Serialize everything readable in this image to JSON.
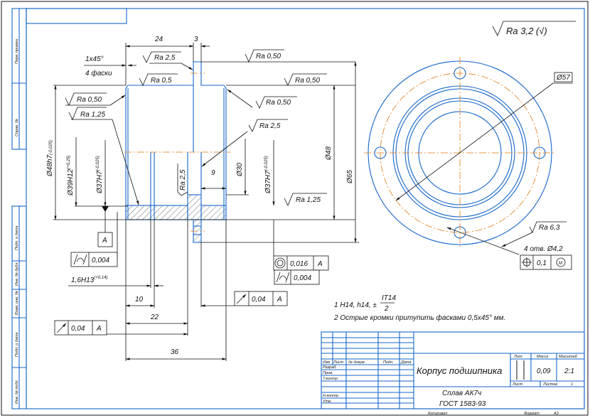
{
  "margin_strip": {
    "labels": [
      "Перв. примен.",
      "Справ. №",
      "Подп. и дата",
      "Инв. № дубл.",
      "Взам. инв. №",
      "Подп. и дата",
      "Инв. № подл."
    ]
  },
  "general_roughness": "Ra 3,2 (√)",
  "front_view": {
    "roughness": {
      "stem_top": "Ra 2,5",
      "flange_top": "Ra 0,5",
      "top_right": "Ra 0,50",
      "right_face": "Ra 0,50",
      "inner_right": "Ra 0,50",
      "left_face": "Ra 0,50",
      "left_bore": "Ra 1,25",
      "mid_right": "Ra 2,5",
      "vertical": "Ra 2,5",
      "bottom_right": "Ra 1,25"
    },
    "dimensions": {
      "d24": "24",
      "d3": "3",
      "chamfer": "1x45°",
      "chamfer_count": "4 фаски",
      "d48h7": "Ø48h7",
      "d48h7_tol": "(-0,025)",
      "d39h12": "Ø39H12",
      "d39h12_tol": "(+0,25)",
      "d37h7_left": "Ø37H7",
      "d37h7_left_tol": "(-0,025)",
      "d9": "9",
      "d30": "Ø30",
      "d37h7_right": "Ø37H7",
      "d37h7_right_tol": "(-0,025)",
      "d48": "Ø48",
      "d65": "Ø65",
      "h13": "1,6H13",
      "h13_tol": "(+0,14)",
      "d10": "10",
      "d22": "22",
      "d36": "36"
    },
    "datum": "A",
    "tolerance_frames": {
      "flatness_left": {
        "value": "0,004"
      },
      "runout_left": {
        "value": "0,04",
        "datum": "A"
      },
      "runout_right": {
        "value": "0,04",
        "datum": "A"
      },
      "concentricity": {
        "value": "0,016",
        "datum": "A"
      },
      "flatness_right": {
        "value": "0,004"
      }
    }
  },
  "side_view": {
    "d57": "Ø57",
    "roughness": "Ra 6,3",
    "holes": "4 отв. Ø4,2",
    "position": {
      "value": "0,1",
      "modifier": "M"
    }
  },
  "notes": {
    "n1_prefix": "1 H14, h14, ±",
    "n1_num": "IT14",
    "n1_den": "2",
    "n2": "2 Острые кромки притупить фасками 0,5x45° мм."
  },
  "title_block": {
    "headers": [
      "Изм",
      "Лист",
      "№ докум.",
      "Подп.",
      "Дата"
    ],
    "roles": [
      "Разраб.",
      "Пров.",
      "Т.контр.",
      "Н.контр.",
      "Утв."
    ],
    "part_name": "Корпус подшипника",
    "material_1": "Сплав АК7ч",
    "material_2": "ГОСТ 1583-93",
    "lit_label": "Лит.",
    "mass_label": "Масса",
    "scale_label": "Масштаб",
    "mass": "0,09",
    "scale": "2:1",
    "sheet_label": "Лист",
    "sheets_label": "Листов",
    "sheets": "1",
    "copied": "Копировал",
    "format_label": "Формат",
    "format": "А3"
  },
  "colors": {
    "outline": "#1565c8",
    "centerline": "#e07a10",
    "dimension": "#111111"
  }
}
